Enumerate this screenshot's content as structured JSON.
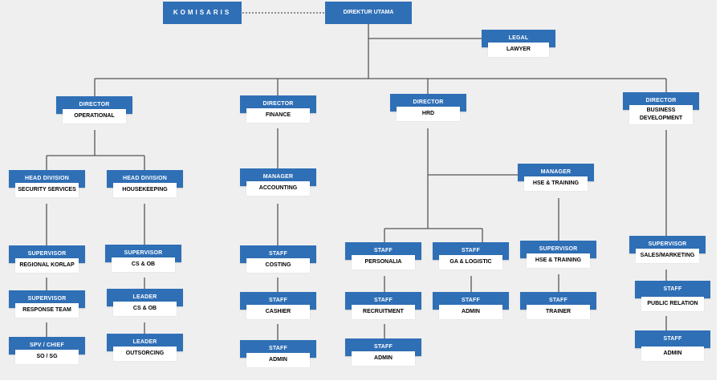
{
  "komisaris": "KOMISARIS",
  "direktur_utama": "DIREKTUR UTAMA",
  "legal": {
    "title": "LEGAL",
    "sub": "LAWYER"
  },
  "operational": {
    "director": {
      "title": "DIRECTOR",
      "sub": "OPERATIONAL"
    },
    "head_security": {
      "title": "HEAD DIVISION",
      "sub": "SECURITY SERVICES"
    },
    "head_housekeeping": {
      "title": "HEAD DIVISION",
      "sub": "HOUSEKEEPING"
    },
    "sup_regional": {
      "title": "SUPERVISOR",
      "sub": "REGIONAL KORLAP"
    },
    "sup_response": {
      "title": "SUPERVISOR",
      "sub": "RESPONSE TEAM"
    },
    "spv_chief": {
      "title": "SPV / CHIEF",
      "sub": "SO / SG"
    },
    "sup_csob": {
      "title": "SUPERVISOR",
      "sub": "CS & OB"
    },
    "leader_csob": {
      "title": "LEADER",
      "sub": "CS & OB"
    },
    "leader_outsorcing": {
      "title": "LEADER",
      "sub": "OUTSORCING"
    }
  },
  "finance": {
    "director": {
      "title": "DIRECTOR",
      "sub": "FINANCE"
    },
    "manager": {
      "title": "MANAGER",
      "sub": "ACCOUNTING"
    },
    "staff_costing": {
      "title": "STAFF",
      "sub": "COSTING"
    },
    "staff_cashier": {
      "title": "STAFF",
      "sub": "CASHIER"
    },
    "staff_admin": {
      "title": "STAFF",
      "sub": "ADMIN"
    }
  },
  "hrd": {
    "director": {
      "title": "DIRECTOR",
      "sub": "HRD"
    },
    "manager": {
      "title": "MANAGER",
      "sub": "HSE & TRAINING"
    },
    "staff_personalia": {
      "title": "STAFF",
      "sub": "PERSONALIA"
    },
    "staff_recruitment": {
      "title": "STAFF",
      "sub": "RECRUITMENT"
    },
    "staff_admin": {
      "title": "STAFF",
      "sub": "ADMIN"
    },
    "staff_ga": {
      "title": "STAFF",
      "sub": "GA & LOGISTIC"
    },
    "staff_ga_admin": {
      "title": "STAFF",
      "sub": "ADMIN"
    },
    "sup_hse": {
      "title": "SUPERVISOR",
      "sub": "HSE & TRAINING"
    },
    "staff_trainer": {
      "title": "STAFF",
      "sub": "TRAINER"
    }
  },
  "business": {
    "director": {
      "title": "DIRECTOR",
      "sub": "BUSINESS DEVELOPMENT"
    },
    "sup_sales": {
      "title": "SUPERVISOR",
      "sub": "SALES/MARKETING"
    },
    "staff_pr": {
      "title": "STAFF",
      "sub": "PUBLIC RELATION"
    },
    "staff_admin": {
      "title": "STAFF",
      "sub": "ADMIN"
    }
  }
}
